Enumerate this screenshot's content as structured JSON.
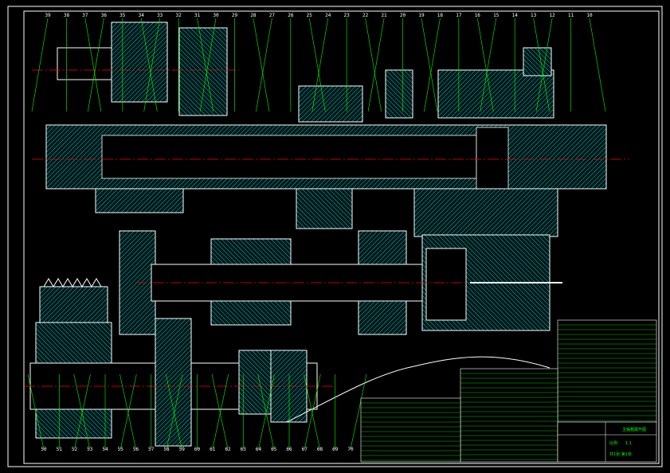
{
  "drawing": {
    "background": "#000000",
    "line_color": "#ffffff",
    "hatch_color": "#00c8c8",
    "leader_color": "#00ff00",
    "center_line_color": "#ff0000",
    "text_color": "#00ff00"
  },
  "balloons_top": [
    "39",
    "38",
    "37",
    "36",
    "35",
    "34",
    "33",
    "32",
    "31",
    "30",
    "29",
    "28",
    "27",
    "26",
    "25",
    "24",
    "23",
    "22",
    "21",
    "20",
    "19",
    "18",
    "17",
    "16",
    "15",
    "14",
    "13",
    "12",
    "11",
    "10"
  ],
  "balloons_bottom": [
    "50",
    "51",
    "52",
    "53",
    "54",
    "55",
    "56",
    "57",
    "58",
    "59",
    "60",
    "61",
    "62",
    "63",
    "64",
    "65",
    "66",
    "67",
    "68",
    "69",
    "70"
  ],
  "title_block": {
    "drawing_title": "主轴箱展开图",
    "scale_label": "比例",
    "scale_value": "1:1",
    "sheet_label": "共1张 第1张"
  }
}
